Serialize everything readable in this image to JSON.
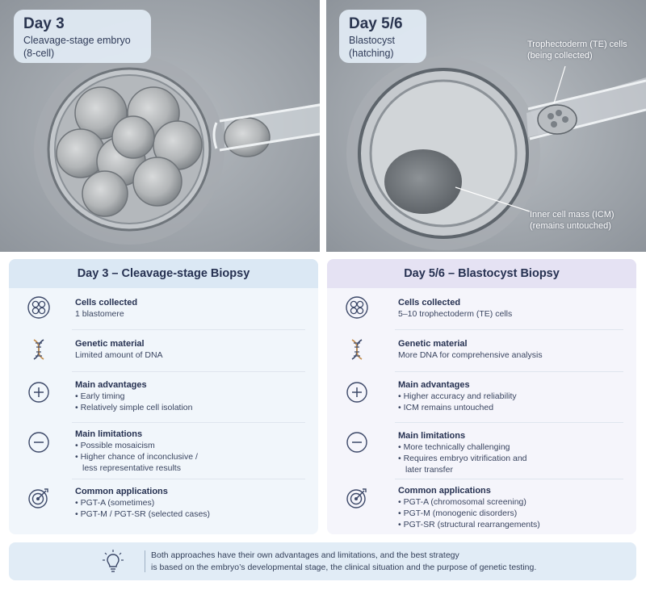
{
  "images": {
    "left": {
      "day": "Day 3",
      "stage_line1": "Cleavage-stage embryo",
      "stage_line2": "(8-cell)"
    },
    "right": {
      "day": "Day 5/6",
      "stage_line1": "Blastocyst",
      "stage_line2": "(hatching)",
      "annotation_te_line1": "Trophectoderm (TE) cells",
      "annotation_te_line2": "(being collected)",
      "annotation_icm_line1": "Inner cell mass (ICM)",
      "annotation_icm_line2": "(remains untouched)"
    }
  },
  "cards": {
    "left": {
      "title": "Day 3 – Cleavage-stage Biopsy",
      "rows": [
        {
          "icon": "cells-icon",
          "title": "Cells collected",
          "lines": [
            "1 blastomere"
          ]
        },
        {
          "icon": "dna-icon",
          "title": "Genetic material",
          "lines": [
            "Limited amount of DNA"
          ]
        },
        {
          "icon": "plus-circle-icon",
          "title": "Main advantages",
          "bullets": [
            "Early timing",
            "Relatively simple cell isolation"
          ]
        },
        {
          "icon": "minus-circle-icon",
          "title": "Main limitations",
          "bullets": [
            "Possible mosaicism",
            "Higher chance of inconclusive /"
          ],
          "continuation": "less representative results"
        },
        {
          "icon": "target-icon",
          "title": "Common applications",
          "bullets": [
            "PGT-A (sometimes)",
            "PGT-M / PGT-SR (selected cases)"
          ]
        }
      ]
    },
    "right": {
      "title": "Day 5/6 – Blastocyst Biopsy",
      "rows": [
        {
          "icon": "cells-icon",
          "title": "Cells collected",
          "lines": [
            "5–10 trophectoderm (TE) cells"
          ]
        },
        {
          "icon": "dna-icon",
          "title": "Genetic material",
          "lines": [
            "More DNA for comprehensive analysis"
          ]
        },
        {
          "icon": "plus-circle-icon",
          "title": "Main advantages",
          "bullets": [
            "Higher accuracy and reliability",
            "ICM remains untouched"
          ]
        },
        {
          "icon": "minus-circle-icon",
          "title": "Main limitations",
          "bullets": [
            "More technically challenging",
            "Requires embryo vitrification and"
          ],
          "continuation": "later transfer"
        },
        {
          "icon": "target-icon",
          "title": "Common applications",
          "bullets": [
            "PGT-A (chromosomal screening)",
            "PGT-M (monogenic disorders)",
            "PGT-SR (structural rearrangements)"
          ]
        }
      ]
    }
  },
  "note": {
    "icon": "lightbulb-icon",
    "line1": "Both approaches have their own advantages and limitations, and the best strategy",
    "line2": "is based on the embryo’s developmental stage, the clinical situation and the purpose of genetic testing."
  },
  "colors": {
    "left_header": "#dbe8f4",
    "right_header": "#e5e2f3",
    "title_text": "#263151",
    "icon_stroke": "#3c4868"
  }
}
